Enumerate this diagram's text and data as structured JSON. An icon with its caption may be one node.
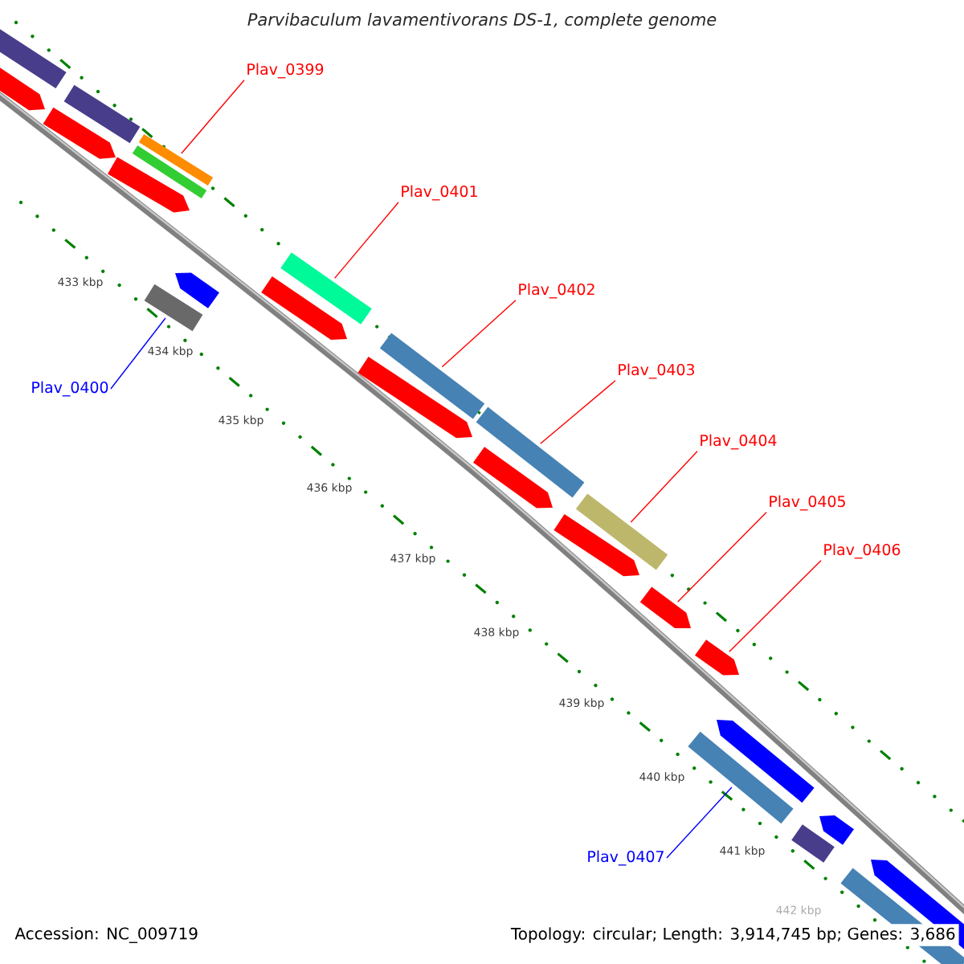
{
  "diagram": {
    "title": "Parvibaculum lavamentivorans DS-1, complete genome",
    "nodes": [
      {
        "text": [
          "Plav_0399"
        ]
      },
      {
        "text": [
          "Plav_0400"
        ]
      },
      {
        "text": [
          "Plav_0401"
        ]
      },
      {
        "text": [
          "Plav_0402"
        ]
      },
      {
        "text": [
          "Plav_0403"
        ]
      },
      {
        "text": [
          "Plav_0404"
        ]
      },
      {
        "text": [
          "Plav_0405"
        ]
      },
      {
        "text": [
          "Plav_0406"
        ]
      },
      {
        "text": [
          "Plav_0407"
        ]
      },
      {
        "text": [],
        "shape": "bar"
      },
      {
        "text": [],
        "shape": "bar"
      },
      {
        "text": [],
        "shape": "bar"
      },
      {
        "text": [],
        "shape": "bar"
      },
      {
        "text": [],
        "shape": "bar"
      },
      {
        "text": [],
        "shape": "bar"
      },
      {
        "text": [],
        "shape": "bar"
      },
      {
        "text": [],
        "shape": "bar"
      },
      {
        "text": [],
        "shape": "bar"
      },
      {
        "text": [],
        "shape": "bar"
      },
      {
        "text": [],
        "shape": "bar"
      },
      {
        "text": [],
        "shape": "bar"
      },
      {
        "text": [],
        "shape": "bar"
      },
      {
        "text": [],
        "shape": "bar"
      },
      {
        "text": [],
        "shape": "bar"
      },
      {
        "text": [],
        "shape": "bar"
      },
      {
        "text": [],
        "shape": "bar"
      },
      {
        "text": [],
        "shape": "bar"
      },
      {
        "text": [],
        "shape": "bar"
      },
      {
        "text": [],
        "shape": "bar"
      },
      {
        "text": [],
        "shape": "bar"
      },
      {
        "text": [],
        "shape": "bar"
      },
      {
        "text": [],
        "shape": "bar"
      },
      {
        "text": [],
        "shape": "bar"
      },
      {
        "text": [],
        "shape": "bar"
      }
    ],
    "edges": [
      {
        "from": 0,
        "to": 14,
        "arrow": "none"
      },
      {
        "from": 1,
        "to": 17,
        "arrow": "none",
        "color": "#0000ff"
      },
      {
        "from": 2,
        "to": 18,
        "arrow": "none"
      },
      {
        "from": 3,
        "to": 20,
        "arrow": "none"
      },
      {
        "from": 4,
        "to": 21,
        "arrow": "none"
      },
      {
        "from": 5,
        "to": 22,
        "arrow": "none"
      },
      {
        "from": 6,
        "to": 26,
        "arrow": "none"
      },
      {
        "from": 7,
        "to": 27,
        "arrow": "none"
      },
      {
        "from": 8,
        "to": 28,
        "arrow": "none",
        "color": "#0000ff"
      }
    ],
    "labels": [
      "433 kbp",
      "434 kbp",
      "435 kbp",
      "436 kbp",
      "437 kbp",
      "438 kbp",
      "439 kbp",
      "440 kbp",
      "441 kbp",
      "442 kbp",
      "Accession: NC_009719",
      "Topology: circular; Length: 3,914,745 bp; Genes: 3,686"
    ]
  }
}
